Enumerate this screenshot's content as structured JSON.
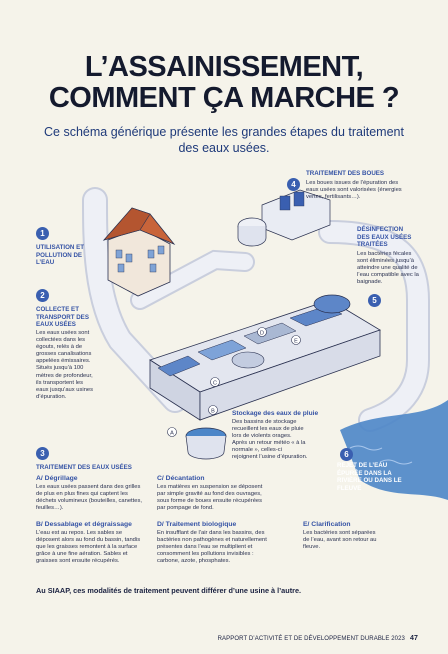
{
  "title_line1": "L’ASSAINISSEMENT,",
  "title_line2": "COMMENT ÇA MARCHE ?",
  "subtitle": "Ce schéma générique présente les grandes étapes du traitement des eaux usées.",
  "steps": [
    {
      "num": "1",
      "title": "UTILISATION ET POLLUTION DE L’EAU"
    },
    {
      "num": "2",
      "title": "COLLECTE ET TRANSPORT DES EAUX USÉES",
      "text": "Les eaux usées sont collectées dans les égouts, relés à de grosses canalisations appelées émissaires. Situés jusqu’à 100 mètres de profondeur, ils transportent les eaux jusqu’aux usines d’épuration."
    },
    {
      "num": "3",
      "title": "TRAITEMENT DES EAUX USÉES"
    },
    {
      "num": "4",
      "title": "TRAITEMENT DES BOUES",
      "text": "Les boues issues de l’épuration des eaux usées sont valorisées (énergies vertes, fertilisants…)."
    },
    {
      "num": "5",
      "title": "DÉSINFECTION DES EAUX USÉES TRAITÉES",
      "text": "Les bactéries fécales sont éliminées jusqu’à atteindre une qualité de l’eau compatible avec la baignade."
    },
    {
      "num": "6",
      "title": "REJET DE L’EAU ÉPURÉE DANS LA RIVIÈRE OU DANS LE FLEUVE"
    }
  ],
  "storage": {
    "title": "Stockage des eaux de pluie",
    "text": "Des bassins de stockage recueillent les eaux de pluie lors de violents orages. Après un retour météo « à la normale », celles-ci rejoignent l’usine d’épuration."
  },
  "stages": [
    {
      "title": "A/ Dégrillage",
      "text": "Les eaux usées passent dans des grilles de plus en plus fines qui captent les déchets volumineux (bouteilles, canettes, feuilles…)."
    },
    {
      "title": "C/ Décantation",
      "text": "Les matières en suspension se déposent par simple gravité au fond des ouvrages, sous forme de boues ensuite récupérées par pompage de fond."
    },
    {
      "title": "B/ Dessablage et dégraissage",
      "text": "L’eau est au repos. Les sables se déposent alors au fond du bassin, tandis que les graisses remontent à la surface grâce à une fine aération. Sables et graisses sont ensuite récupérés."
    },
    {
      "title": "D/ Traitement biologique",
      "text": "En insufflant de l’air dans les bassins, des bactéries non pathogènes et naturellement présentes dans l’eau se multiplient et consomment les pollutions invisibles : carbone, azote, phosphates."
    },
    {
      "title": "E/ Clarification",
      "text": "Les bactéries sont séparées de l’eau, avant son retour au fleuve."
    }
  ],
  "diagram_letters": [
    "A",
    "B",
    "C",
    "D",
    "E"
  ],
  "footnote": "Au SIAAP, ces modalités de traitement peuvent différer d’une usine à l’autre.",
  "footer": {
    "text": "RAPPORT D’ACTIVITÉ ET DE DÉVELOPPEMENT DURABLE 2023",
    "page": "47"
  },
  "colors": {
    "accent": "#3a5fb0",
    "pipe": "#e4e7f0",
    "water": "#4c86c8",
    "roof": "#c8643a"
  }
}
